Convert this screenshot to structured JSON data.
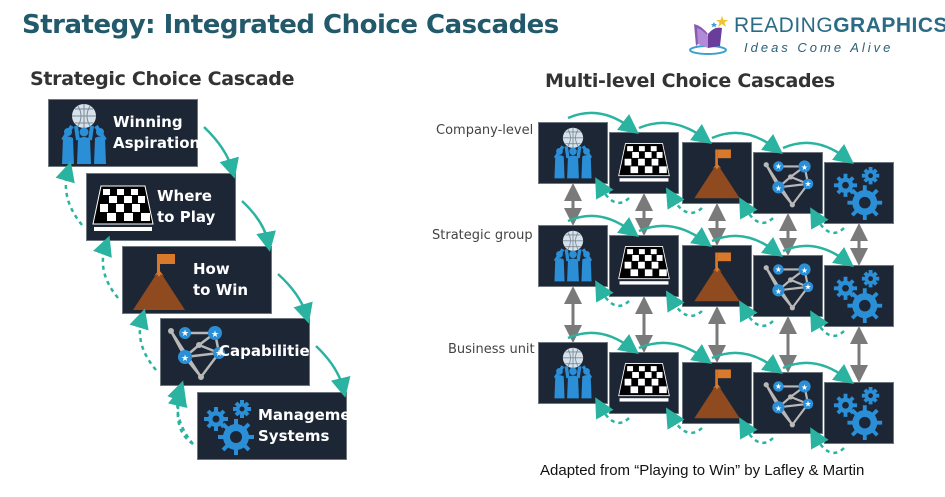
{
  "title": "Strategy: Integrated Choice Cascades",
  "logo": {
    "brand_light": "READING",
    "brand_bold": "GRAPHICS",
    "tagline": "Ideas Come Alive"
  },
  "left_panel": {
    "heading": "Strategic Choice Cascade",
    "steps": [
      {
        "line1": "Winning",
        "line2": "Aspiration",
        "icon": "people-holding-globe-icon"
      },
      {
        "line1": "Where",
        "line2": "to Play",
        "icon": "chessboard-icon"
      },
      {
        "line1": "How",
        "line2": "to Win",
        "icon": "mountain-flag-icon"
      },
      {
        "line1": "Capabilities",
        "line2": "",
        "icon": "network-stars-icon"
      },
      {
        "line1": "Management",
        "line2": "Systems",
        "icon": "gears-icon"
      }
    ]
  },
  "right_panel": {
    "heading": "Multi-level Choice Cascades",
    "levels": [
      {
        "label": "Company-level"
      },
      {
        "label": "Strategic group"
      },
      {
        "label": "Business unit"
      }
    ],
    "columns": [
      "people-holding-globe-icon",
      "chessboard-icon",
      "mountain-flag-icon",
      "network-stars-icon",
      "gears-icon"
    ]
  },
  "caption": "Adapted from “Playing to Win” by Lafley & Martin",
  "colors": {
    "title": "#235a6b",
    "box_bg": "#1d2635",
    "teal_arrow": "#2ab3a0",
    "grey_arrow": "#7a7a7a",
    "icon_blue": "#2a8fd6",
    "mountain": "#9a4f22",
    "flag": "#d9792b"
  }
}
